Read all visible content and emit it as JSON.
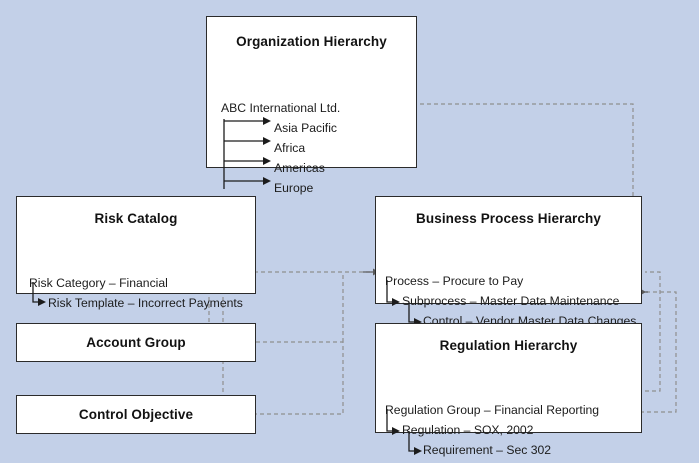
{
  "diagram": {
    "background_color": "#c3d0e8",
    "box_fill": "#ffffff",
    "box_border_color": "#2b2b2b",
    "connector_color": "#8a8a8a",
    "tree_line_color": "#1c1c1c"
  },
  "boxes": {
    "organization": {
      "title": "Organization Hierarchy",
      "root": "ABC International Ltd.",
      "children": [
        "Asia Pacific",
        "Africa",
        "Americas",
        "Europe"
      ]
    },
    "risk_catalog": {
      "title": "Risk Catalog",
      "root": "Risk Category – Financial",
      "child": "Risk Template – Incorrect Payments"
    },
    "business_process": {
      "title": "Business Process Hierarchy",
      "root": "Process – Procure to Pay",
      "child": "Subprocess – Master Data Maintenance",
      "grandchild": "Control – Vendor Master Data Changes"
    },
    "regulation": {
      "title": "Regulation Hierarchy",
      "root": "Regulation Group – Financial Reporting",
      "child": "Regulation – SOX, 2002",
      "grandchild": "Requirement – Sec 302"
    },
    "account_group": {
      "title": "Account Group"
    },
    "control_objective": {
      "title": "Control Objective"
    }
  },
  "connections": [
    {
      "id": "risk-template-to-subprocess",
      "from": "Risk Template – Incorrect Payments",
      "to": "Subprocess – Master Data Maintenance"
    },
    {
      "id": "risk-template-to-account-group",
      "from": "Risk Template – Incorrect Payments",
      "to": "Account Group"
    },
    {
      "id": "risk-template-to-control-objective",
      "from": "Risk Template – Incorrect Payments",
      "to": "Control Objective"
    },
    {
      "id": "account-group-to-control-objective",
      "from": "Account Group",
      "to": "Control Objective"
    },
    {
      "id": "africa-to-subprocess",
      "from": "Africa",
      "to": "Subprocess – Master Data Maintenance"
    },
    {
      "id": "sox-to-subprocess",
      "from": "Regulation – SOX, 2002",
      "to": "Subprocess – Master Data Maintenance"
    },
    {
      "id": "sec302-to-control",
      "from": "Requirement – Sec 302",
      "to": "Control – Vendor Master Data Changes"
    }
  ]
}
